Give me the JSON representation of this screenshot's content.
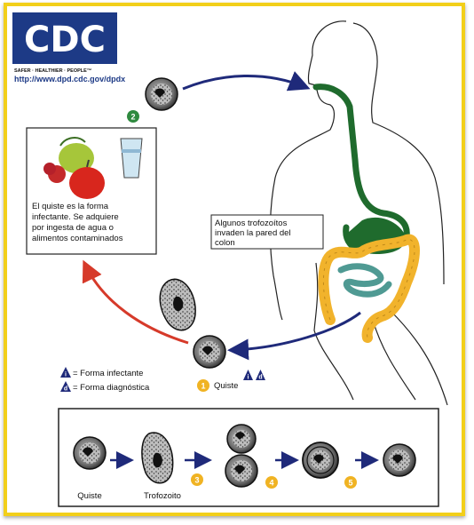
{
  "logo": {
    "text": "CDC",
    "tagline": "SAFER · HEALTHIER · PEOPLE™",
    "url": "http://www.dpd.cdc.gov/dpdx"
  },
  "colors": {
    "frame": "#f2cf1a",
    "logo_bg": "#1d3a86",
    "arrow_blue": "#1f2a7a",
    "arrow_red": "#d63a2a",
    "esophagus_green": "#1f6b2d",
    "colon_orange": "#f1b32c",
    "small_intestine_teal": "#4f9a93",
    "stage_badge": "#f0b323"
  },
  "icons": [
    "fruit-icon",
    "water-glass-icon",
    "infective-stage-icon",
    "diagnostic-stage-icon"
  ],
  "stage_badges": {
    "b1": "1",
    "b2": "2",
    "b3": "3",
    "b4": "4",
    "b5": "5"
  },
  "infection_box": {
    "line1": "El quiste es la forma",
    "line2": "infectante. Se adquiere",
    "line3": "por ingesta de agua o",
    "line4": "alimentos contaminados"
  },
  "colon_note": {
    "line1": "Algunos trofozoítos",
    "line2": "invaden la pared del",
    "line3": "colon"
  },
  "legend": {
    "infective_letter": "i",
    "infective_label": "= Forma infectante",
    "diagnostic_letter": "d",
    "diagnostic_label": "= Forma diagnóstica"
  },
  "cyst_label": "Quiste",
  "bottom_panel": {
    "cyst_label": "Quiste",
    "trophozoite_label": "Trofozoito"
  }
}
